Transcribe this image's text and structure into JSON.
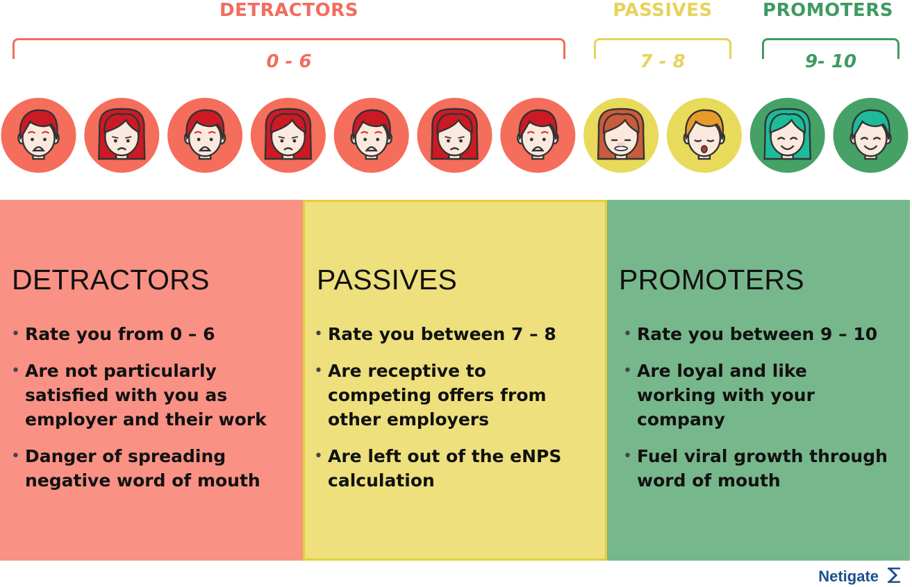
{
  "groups": [
    {
      "label": "DETRACTORS",
      "range": "0 - 6",
      "color": "#f26c5d"
    },
    {
      "label": "PASSIVES",
      "range": "7 - 8",
      "color": "#e6d35a"
    },
    {
      "label": "PROMOTERS",
      "range": "9- 10",
      "color": "#3f9a62"
    }
  ],
  "faces": [
    {
      "group": "detractor",
      "kind": "boy",
      "mood": "upset"
    },
    {
      "group": "detractor",
      "kind": "girl",
      "mood": "frown"
    },
    {
      "group": "detractor",
      "kind": "boy",
      "mood": "upset"
    },
    {
      "group": "detractor",
      "kind": "girl",
      "mood": "frown"
    },
    {
      "group": "detractor",
      "kind": "boy",
      "mood": "upset"
    },
    {
      "group": "detractor",
      "kind": "girl",
      "mood": "frown"
    },
    {
      "group": "detractor",
      "kind": "boy",
      "mood": "upset"
    },
    {
      "group": "passive",
      "kind": "girl",
      "mood": "neutral"
    },
    {
      "group": "passive",
      "kind": "boy",
      "mood": "yawn"
    },
    {
      "group": "promoter",
      "kind": "girl",
      "mood": "smile"
    },
    {
      "group": "promoter",
      "kind": "boy",
      "mood": "smile"
    }
  ],
  "colors": {
    "detractor_circle": "#f56d5b",
    "detractor_hair": "#cc1a25",
    "detractor_panel": "#f99185",
    "passive_circle": "#e8da5b",
    "passive_panel": "#ede07d",
    "passive_panel_border": "#e3ce3a",
    "promoter_circle": "#45a166",
    "promoter_hair": "#1dbb9a",
    "promoter_panel": "#77b78c",
    "skin": "#fbe9dd",
    "outline": "#333333"
  },
  "panels": [
    {
      "title": "DETRACTORS",
      "bullets": [
        "Rate you from 0 – 6",
        "Are not particularly\nsatisfied with you as\nemployer and their work",
        "Danger of spreading\nnegative word of mouth"
      ]
    },
    {
      "title": "PASSIVES",
      "bullets": [
        "Rate you between 7 – 8",
        "Are receptive to\ncompeting offers from\nother employers",
        "Are left out of the eNPS\ncalculation"
      ]
    },
    {
      "title": "PROMOTERS",
      "bullets": [
        "Rate you between 9 – 10",
        "Are loyal and like\nworking with your\ncompany",
        "Fuel viral growth through\nword of mouth"
      ]
    }
  ],
  "brand": {
    "name": "Netigate"
  }
}
